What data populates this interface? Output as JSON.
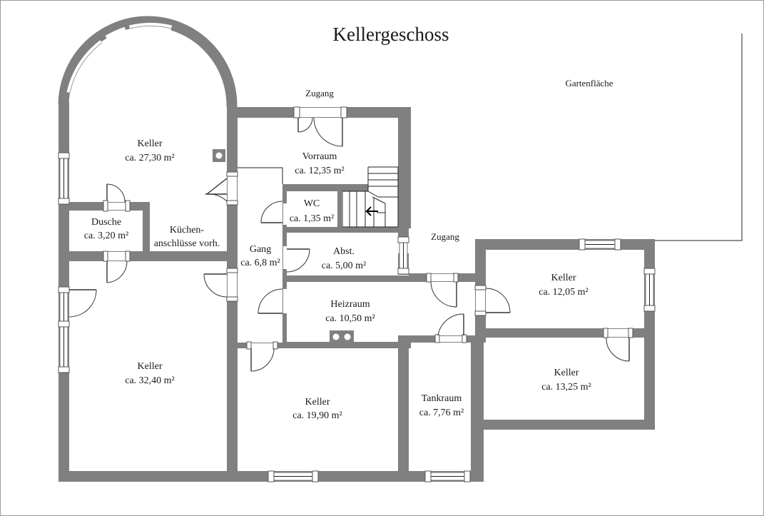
{
  "title": "Kellergeschoss",
  "garden": "Gartenfläche",
  "entrances": [
    "Zugang",
    "Zugang"
  ],
  "rooms": [
    {
      "name": "Keller",
      "area": "ca. 27,30 m²"
    },
    {
      "name": "Dusche",
      "area": "ca. 3,20 m²"
    },
    {
      "name": "Küchen-",
      "area": "anschlüsse vorh."
    },
    {
      "name": "Keller",
      "area": "ca. 32,40 m²"
    },
    {
      "name": "Vorraum",
      "area": "ca. 12,35 m²"
    },
    {
      "name": "WC",
      "area": "ca. 1,35 m²"
    },
    {
      "name": "Gang",
      "area": "ca. 6,8 m²"
    },
    {
      "name": "Abst.",
      "area": "ca. 5,00 m²"
    },
    {
      "name": "Heizraum",
      "area": "ca. 10,50 m²"
    },
    {
      "name": "Keller",
      "area": "ca. 19,90 m²"
    },
    {
      "name": "Tankraum",
      "area": "ca. 7,76 m²"
    },
    {
      "name": "Keller",
      "area": "ca. 12,05 m²"
    },
    {
      "name": "Keller",
      "area": "ca. 13,25 m²"
    }
  ]
}
